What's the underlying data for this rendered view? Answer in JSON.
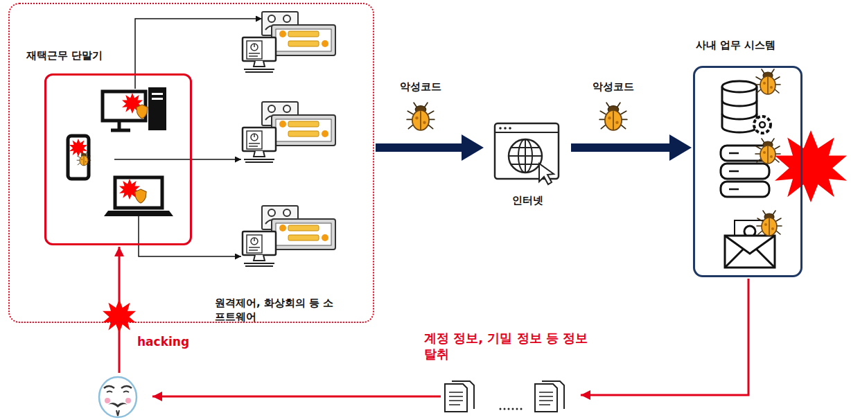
{
  "diagram": {
    "nodes": [
      {
        "text": [
          "원격제어, 화상회의 등 소프트웨어"
        ]
      },
      {
        "text": [
          "재택근무 단말기"
        ],
        "in": 0
      },
      {
        "text": [
          "인터넷"
        ]
      },
      {
        "text": [
          "사내 업무 시스템"
        ]
      }
    ],
    "edges": [
      {
        "from": 0,
        "to": 2,
        "label": "악성코드",
        "arrow": "to"
      },
      {
        "from": 2,
        "to": 3,
        "label": "악성코드",
        "arrow": "to"
      }
    ],
    "labels": [
      "계정 정보, 기밀 정보 등 정보 탈취",
      "hacking"
    ]
  }
}
